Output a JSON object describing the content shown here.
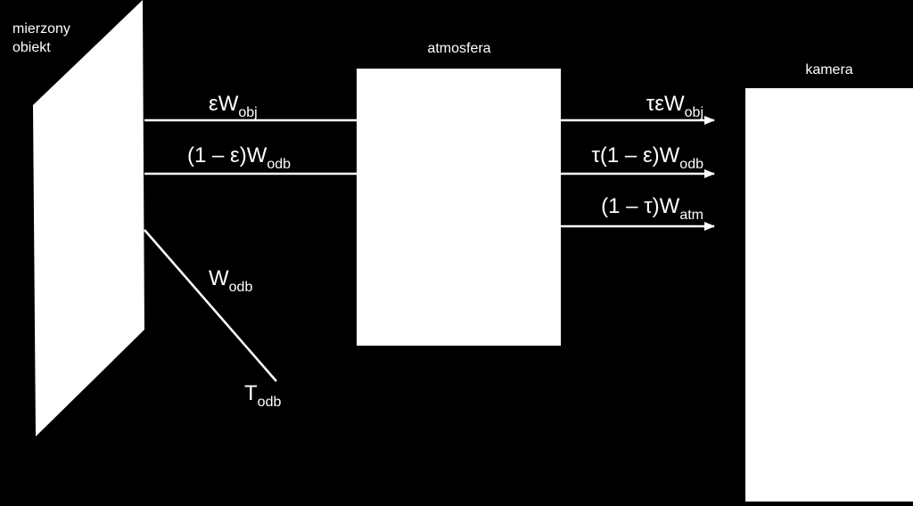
{
  "colors": {
    "background": "#000000",
    "foreground": "#ffffff"
  },
  "labels": {
    "object_line1": "mierzony",
    "object_line2": "obiekt",
    "atmosphere": "atmosfera",
    "camera": "kamera"
  },
  "formulas": {
    "emitted": {
      "main": "εW",
      "sub": "obj"
    },
    "reflected": {
      "main": "(1 – ε)W",
      "sub": "odb"
    },
    "out_emitted": {
      "main": "τεW",
      "sub": "obj"
    },
    "out_reflected": {
      "main": "τ(1 – ε)W",
      "sub": "odb"
    },
    "out_atmosphere": {
      "main": "(1 – τ)W",
      "sub": "atm"
    },
    "incoming_reflected": {
      "main": "W",
      "sub": "odb"
    },
    "reflected_temperature": {
      "main": "T",
      "sub": "odb"
    }
  }
}
